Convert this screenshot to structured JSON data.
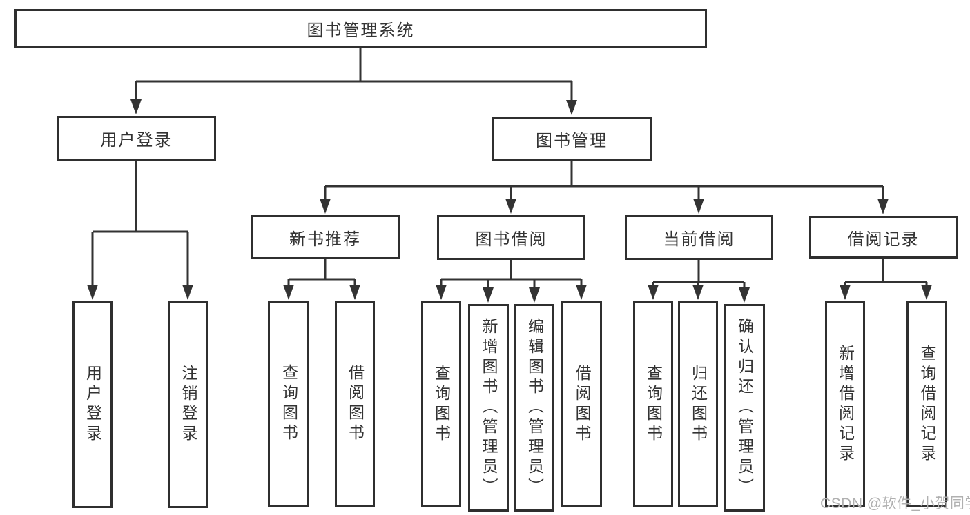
{
  "diagram": {
    "title": "图书管理系统",
    "level2": [
      {
        "label": "用户登录"
      },
      {
        "label": "图书管理"
      }
    ],
    "level3": [
      {
        "label": "新书推荐"
      },
      {
        "label": "图书借阅"
      },
      {
        "label": "当前借阅"
      },
      {
        "label": "借阅记录"
      }
    ],
    "leaves": {
      "user_login": [
        "用户登录",
        "注销登录"
      ],
      "new_book_recommend": [
        "查询图书",
        "借阅图书"
      ],
      "book_borrowing": [
        "查询图书",
        "新增图书（管理员）",
        "编辑图书（管理员）",
        "借阅图书"
      ],
      "current_borrowing": [
        "查询图书",
        "归还图书",
        "确认归还（管理员）"
      ],
      "borrowing_records": [
        "新增借阅记录",
        "查询借阅记录"
      ]
    },
    "colors": {
      "line": "#333333",
      "border": "#2f2f2f",
      "text": "#333333",
      "background": "#ffffff",
      "watermark": "#b0b0b0"
    }
  },
  "watermark": "CSDN @软件_小贺同学"
}
